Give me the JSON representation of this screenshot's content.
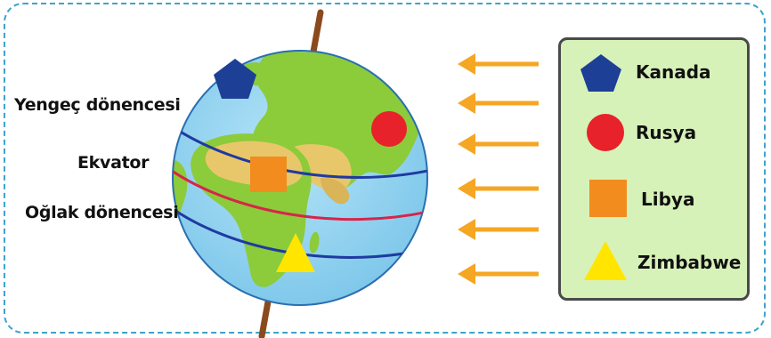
{
  "diagram": {
    "globe_labels": {
      "tropic_cancer": "Yengeç dönencesi",
      "equator": "Ekvator",
      "tropic_capricorn": "Oğlak dönencesi"
    },
    "legend": [
      {
        "shape": "pentagon-icon",
        "color": "#1d3f96",
        "label": "Kanada"
      },
      {
        "shape": "circle-icon",
        "color": "#e8222a",
        "label": "Rusya"
      },
      {
        "shape": "square-icon",
        "color": "#f28c1e",
        "label": "Libya"
      },
      {
        "shape": "triangle-icon",
        "color": "#ffe500",
        "label": "Zimbabwe"
      }
    ],
    "colors": {
      "frame": "#3ea3c9",
      "ocean": "#8fd3f0",
      "land_green": "#8ccb3a",
      "desert": "#e8c76a",
      "tropic_lines": "#1f3aa0",
      "equator_line": "#d8244a",
      "sun_rays": "#f5a623",
      "legend_bg": "#d7f2b8",
      "axis": "#8b4a1c"
    }
  }
}
